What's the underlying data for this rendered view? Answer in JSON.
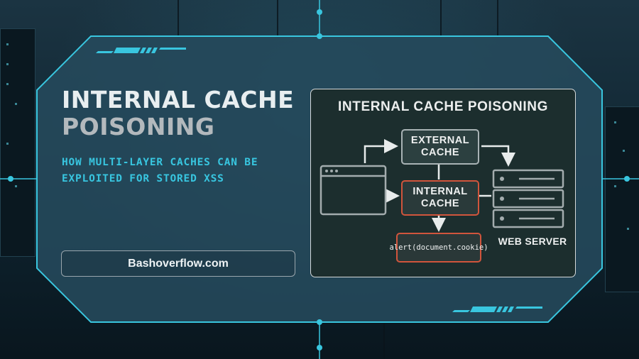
{
  "heading": {
    "line1": "INTERNAL CACHE",
    "line2": "POISONING"
  },
  "subtitle": {
    "line1": "HOW MULTI-LAYER CACHES CAN BE",
    "line2": "EXPLOITED FOR STORED XSS"
  },
  "site_button": {
    "label": "Bashoverflow.com"
  },
  "diagram": {
    "title": "INTERNAL CACHE POISONING",
    "external_cache": {
      "line1": "EXTERNAL",
      "line2": "CACHE"
    },
    "internal_cache": {
      "line1": "INTERNAL",
      "line2": "CACHE"
    },
    "payload": "alert(document.cookie)",
    "web_server_label": "WEB SERVER"
  },
  "colors": {
    "accent_cyan": "#38c6e0",
    "poison_red": "#d1553c",
    "panel": "#254a5c"
  }
}
